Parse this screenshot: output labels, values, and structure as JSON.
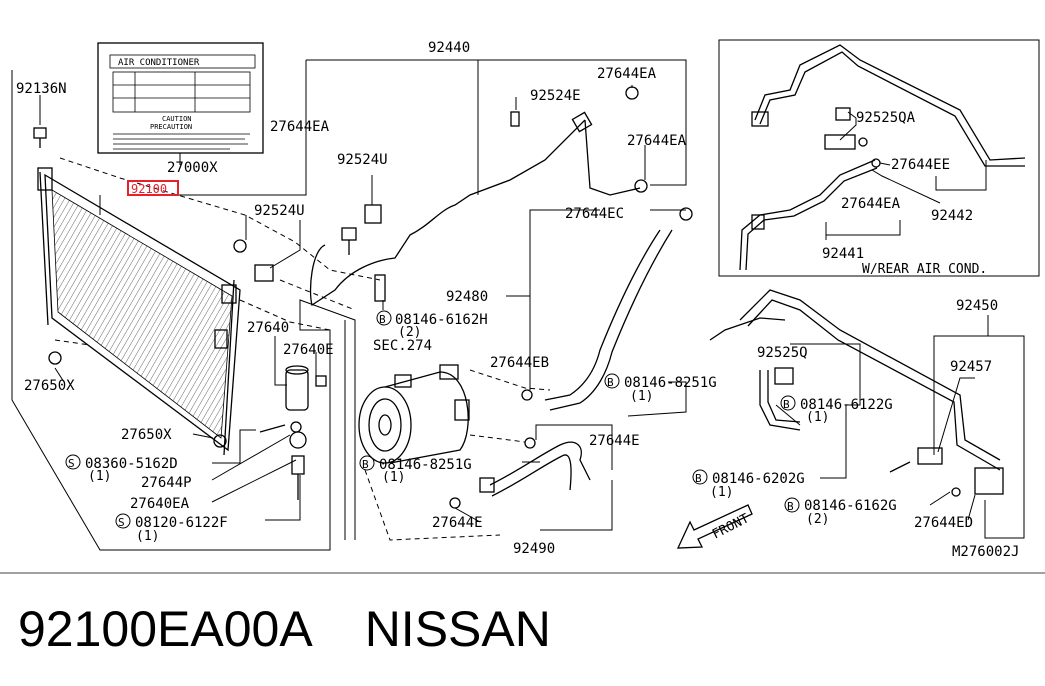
{
  "label_panel": {
    "title": "AIR CONDITIONER",
    "caution": "CAUTION",
    "precaution": "PRECAUTION"
  },
  "callouts": {
    "c92440": "92440",
    "c92136N": "92136N",
    "c27644EA_a": "27644EA",
    "c92524E": "92524E",
    "c27644EA_b": "27644EA",
    "c27644EA_c": "27644EA",
    "c27000X": "27000X",
    "c92524U_a": "92524U",
    "c92100": "92100",
    "c92524U_b": "92524U",
    "c27644EC": "27644EC",
    "c92480": "92480",
    "c27640": "27640",
    "c27640E": "27640E",
    "c08146_6162H": "08146-6162H",
    "c08146_6162H_qty": "(2)",
    "sec274": "SEC.274",
    "c27650X_a": "27650X",
    "c27644EB": "27644EB",
    "c08146_8251G_a": "08146-8251G",
    "c08146_8251G_a_qty": "(1)",
    "c27650X_b": "27650X",
    "c27644E_a": "27644E",
    "c08360_5162D": "08360-5162D",
    "c08360_5162D_qty": "(1)",
    "c08146_8251G_b": "08146-8251G",
    "c08146_8251G_b_qty": "(1)",
    "c27644P": "27644P",
    "c27640EA": "27640EA",
    "c08120_6122F": "08120-6122F",
    "c08120_6122F_qty": "(1)",
    "c27644E_b": "27644E",
    "c92490": "92490",
    "c92525QA": "92525QA",
    "c27644EE": "27644EE",
    "c27644EA_d": "27644EA",
    "c92442": "92442",
    "c92441": "92441",
    "rear_note": "W/REAR AIR COND.",
    "c92450": "92450",
    "c92457": "92457",
    "c92525Q": "92525Q",
    "c08146_6122G": "08146-6122G",
    "c08146_6122G_qty": "(1)",
    "c08146_6202G": "08146-6202G",
    "c08146_6202G_qty": "(1)",
    "c08146_6162G": "08146-6162G",
    "c08146_6162G_qty": "(2)",
    "c27644ED": "27644ED",
    "front": "FRONT",
    "diagram_id": "M276002J"
  },
  "markers": {
    "bolt": "B",
    "screw": "S"
  },
  "caption": {
    "part_number": "92100EA00A",
    "brand": "NISSAN"
  },
  "colors": {
    "highlight": "#e8202a",
    "ink": "#000000",
    "background": "#ffffff"
  }
}
